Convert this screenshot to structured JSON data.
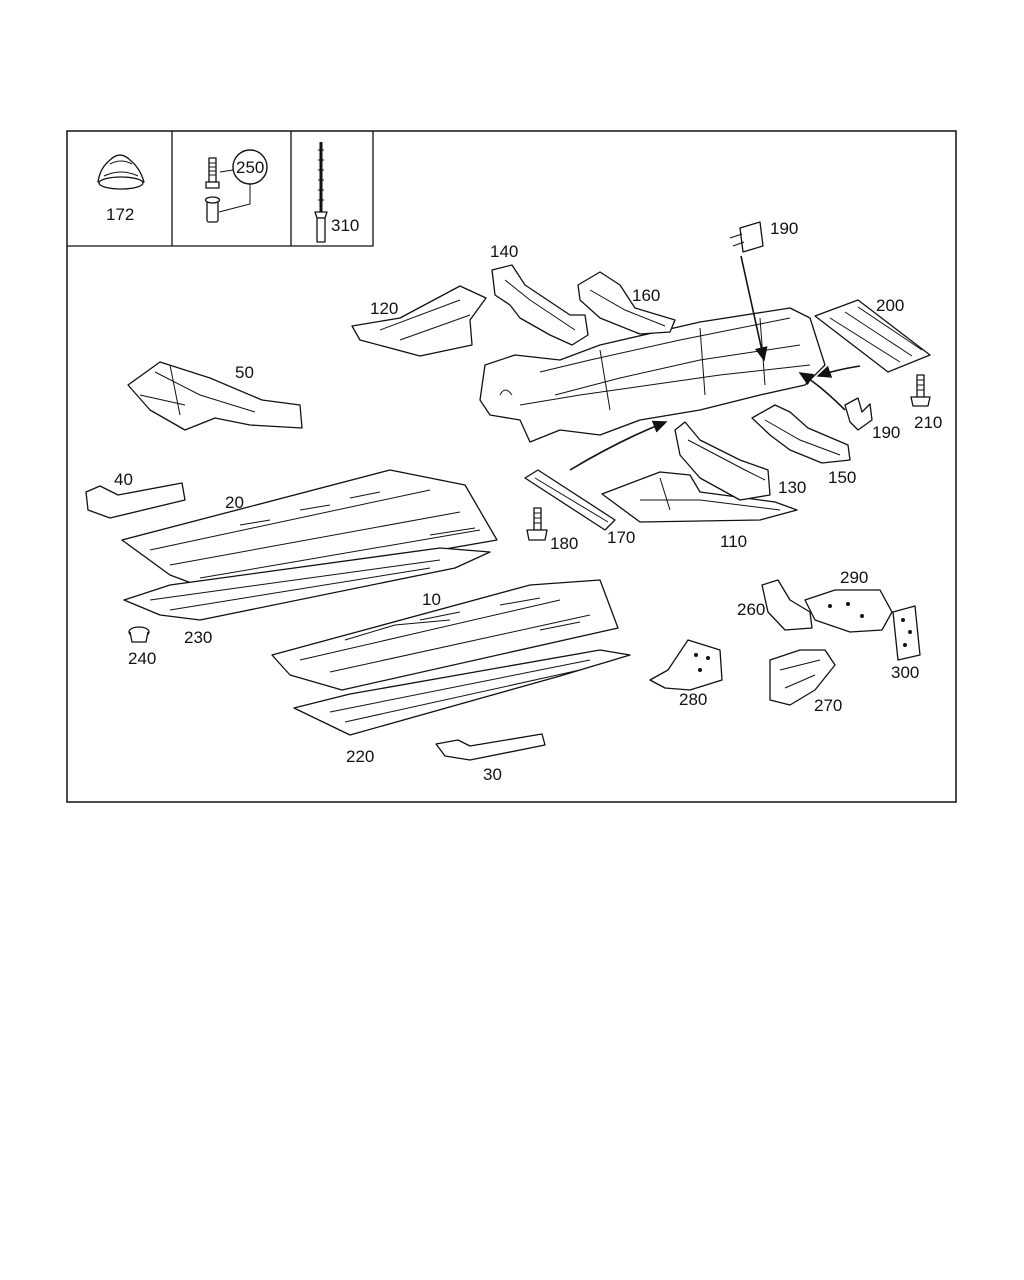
{
  "frame": {
    "inset_labels": {
      "cap": "172",
      "bolt_nut": "250",
      "rivet": "310"
    }
  },
  "labels": {
    "p10": "10",
    "p20": "20",
    "p30": "30",
    "p40": "40",
    "p50": "50",
    "p110": "110",
    "p120": "120",
    "p130": "130",
    "p140": "140",
    "p150": "150",
    "p160": "160",
    "p170": "170",
    "p180": "180",
    "p190a": "190",
    "p190b": "190",
    "p200": "200",
    "p210": "210",
    "p220": "220",
    "p230": "230",
    "p240": "240",
    "p260": "260",
    "p270": "270",
    "p280": "280",
    "p290": "290",
    "p300": "300"
  }
}
